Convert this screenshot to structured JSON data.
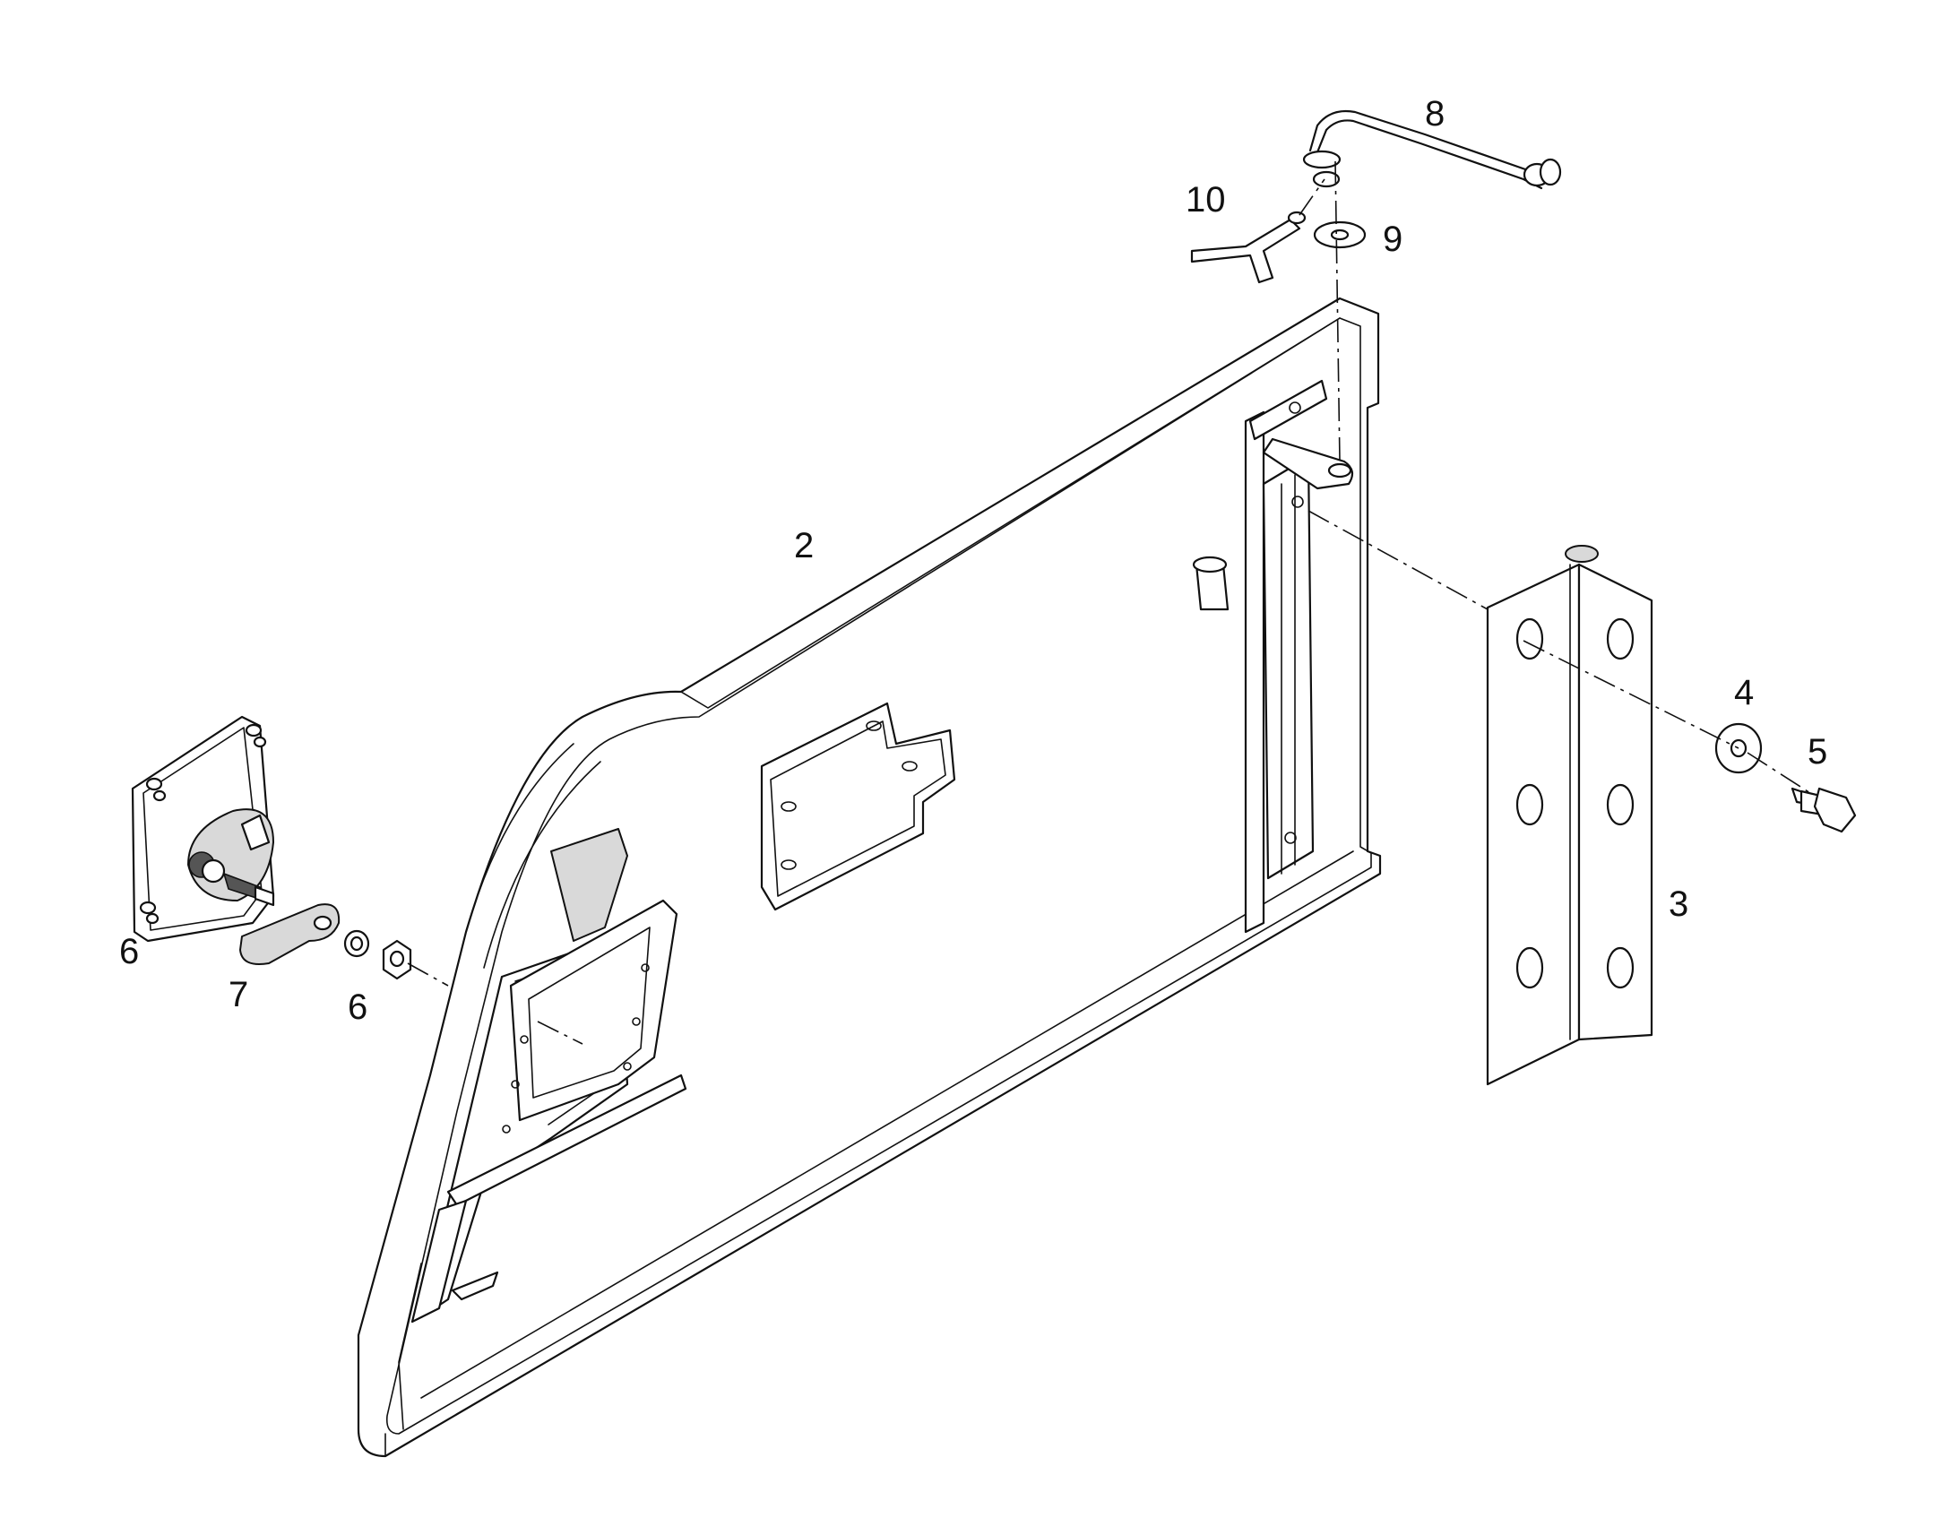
{
  "diagram": {
    "callouts": {
      "door_panel": "2",
      "hinge_angle": "3",
      "washer": "4",
      "bolt": "5",
      "latch_handle": "6",
      "latch_nut": "6",
      "cam_arm": "7",
      "prop_rod": "8",
      "rod_washer": "9",
      "cotter_pin": "10"
    }
  }
}
